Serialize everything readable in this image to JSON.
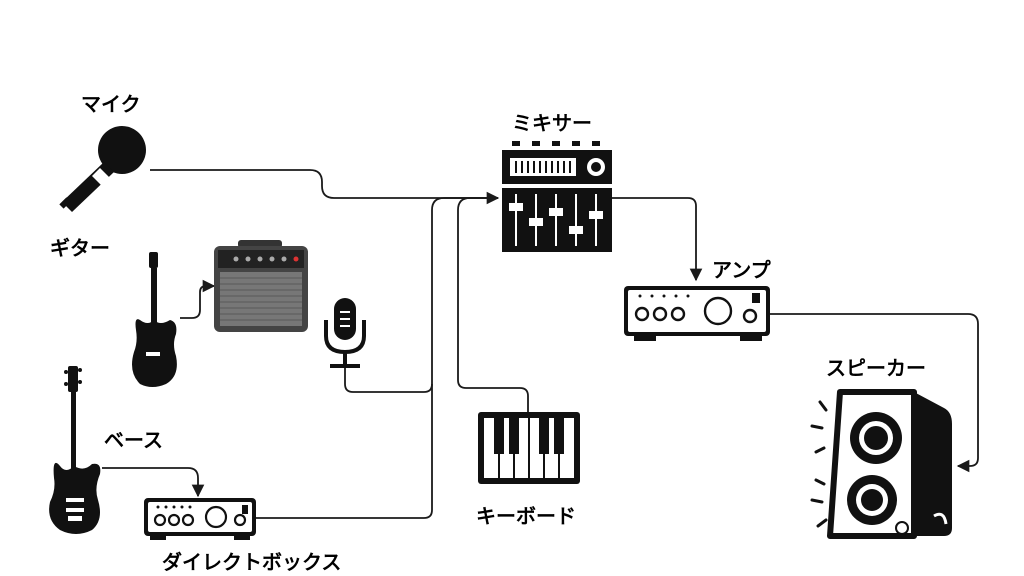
{
  "labels": {
    "mic": "マイク",
    "guitar": "ギター",
    "bass": "ベース",
    "mixer": "ミキサー",
    "amp": "アンプ",
    "speaker": "スピーカー",
    "keyboard": "キーボード",
    "di_box": "ダイレクトボックス"
  },
  "colors": {
    "ink": "#111111",
    "amp_body": "#555555",
    "line": "#1a1a1a",
    "background": "#ffffff"
  },
  "icons": [
    "microphone-icon",
    "electric-guitar-icon",
    "guitar-amp-icon",
    "condenser-mic-icon",
    "bass-guitar-icon",
    "direct-box-icon",
    "mixer-icon",
    "keyboard-icon",
    "power-amp-icon",
    "speaker-icon"
  ]
}
